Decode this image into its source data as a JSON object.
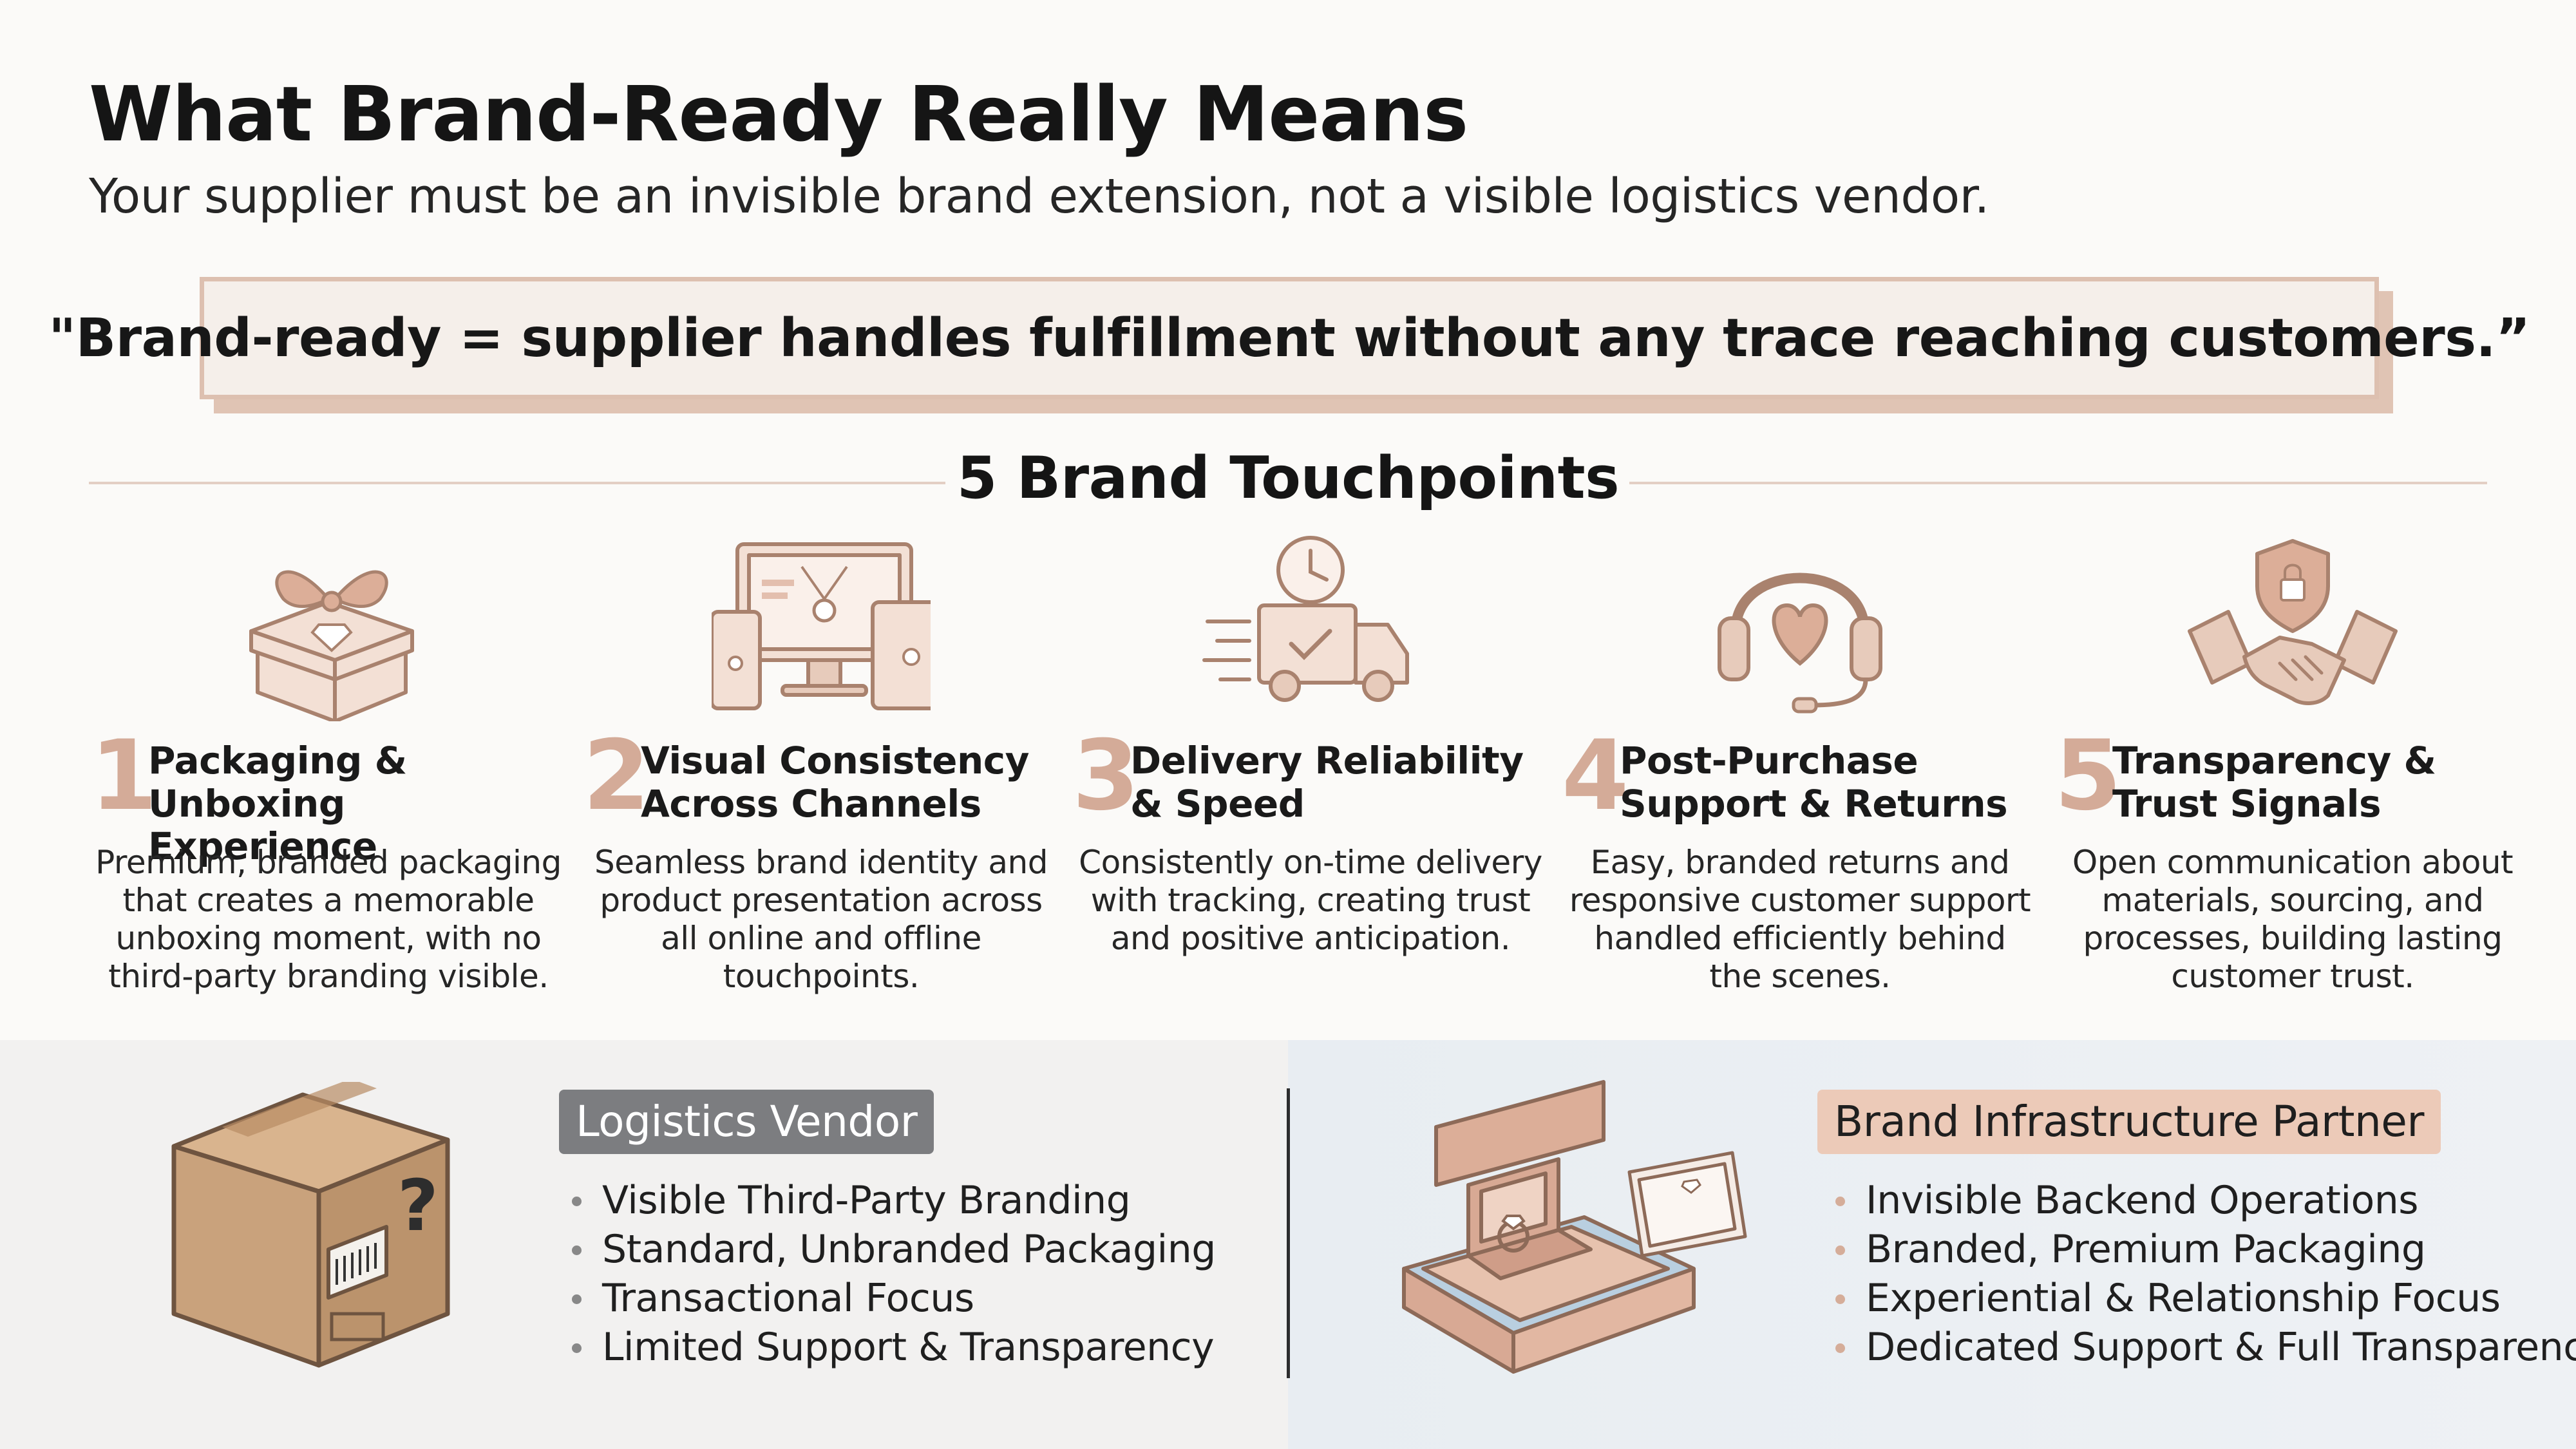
{
  "title": "What Brand-Ready Really Means",
  "subtitle": "Your supplier must be an invisible brand extension, not a visible logistics vendor.",
  "quote": "\"Brand-ready = supplier handles fulfillment without any trace reaching customers.”",
  "touchpoints_heading": "5 Brand Touchpoints",
  "touchpoints": [
    {
      "number": "1",
      "icon": "gift-box-icon",
      "title_line1": "Packaging &",
      "title_line2": "Unboxing Experience",
      "desc_lines": [
        "Premium, branded packaging",
        "that creates a memorable",
        "unboxing moment, with no",
        "third-party branding visible."
      ]
    },
    {
      "number": "2",
      "icon": "multi-device-icon",
      "title_line1": "Visual Consistency",
      "title_line2": "Across Channels",
      "desc_lines": [
        "Seamless brand identity and",
        "product presentation across",
        "all online and offline",
        "touchpoints."
      ]
    },
    {
      "number": "3",
      "icon": "delivery-truck-clock-icon",
      "title_line1": "Delivery Reliability",
      "title_line2": "& Speed",
      "desc_lines": [
        "Consistently on-time delivery",
        "with tracking, creating trust",
        "and positive anticipation."
      ]
    },
    {
      "number": "4",
      "icon": "headset-heart-icon",
      "title_line1": "Post-Purchase",
      "title_line2": "Support & Returns",
      "desc_lines": [
        "Easy, branded returns and",
        "responsive customer support",
        "handled efficiently behind",
        "the scenes."
      ]
    },
    {
      "number": "5",
      "icon": "handshake-shield-icon",
      "title_line1": "Transparency &",
      "title_line2": "Trust Signals",
      "desc_lines": [
        "Open communication about",
        "materials, sourcing, and",
        "processes, building lasting",
        "customer trust."
      ]
    }
  ],
  "comparison": {
    "vendor": {
      "label": "Logistics Vendor",
      "icon": "cardboard-box-question-icon",
      "items": [
        "Visible Third-Party Branding",
        "Standard, Unbranded Packaging",
        "Transactional Focus",
        "Limited Support & Transparency"
      ]
    },
    "partner": {
      "label": "Brand Infrastructure Partner",
      "icon": "branded-jewelry-box-icon",
      "items": [
        "Invisible Backend Operations",
        "Branded, Premium Packaging",
        "Experiential & Relationship Focus",
        "Dedicated Support & Full Transparency"
      ]
    }
  },
  "colors": {
    "accent": "#d4ab98",
    "accent_dark": "#a9826e",
    "accent_fill": "#eccab8",
    "quote_bg": "#f5efea",
    "vendor_tag": "#7c7d80",
    "partner_tag": "#eccab8",
    "cardboard": "#c9a27c"
  }
}
